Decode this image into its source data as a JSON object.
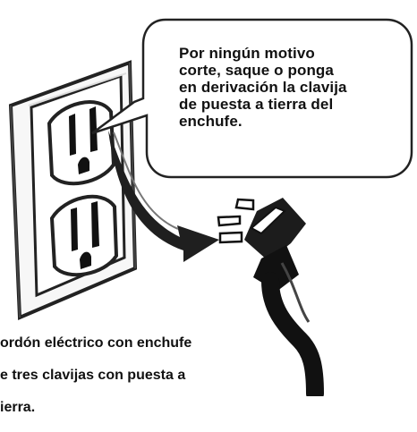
{
  "callout": {
    "lines": [
      "Por ningún motivo",
      "corte, saque o ponga",
      "en derivación la clavija",
      "de puesta a tierra del",
      "enchufe."
    ]
  },
  "caption": {
    "lines": [
      "ordón eléctrico con enchufe",
      "e tres clavijas con puesta a",
      "ierra."
    ]
  }
}
